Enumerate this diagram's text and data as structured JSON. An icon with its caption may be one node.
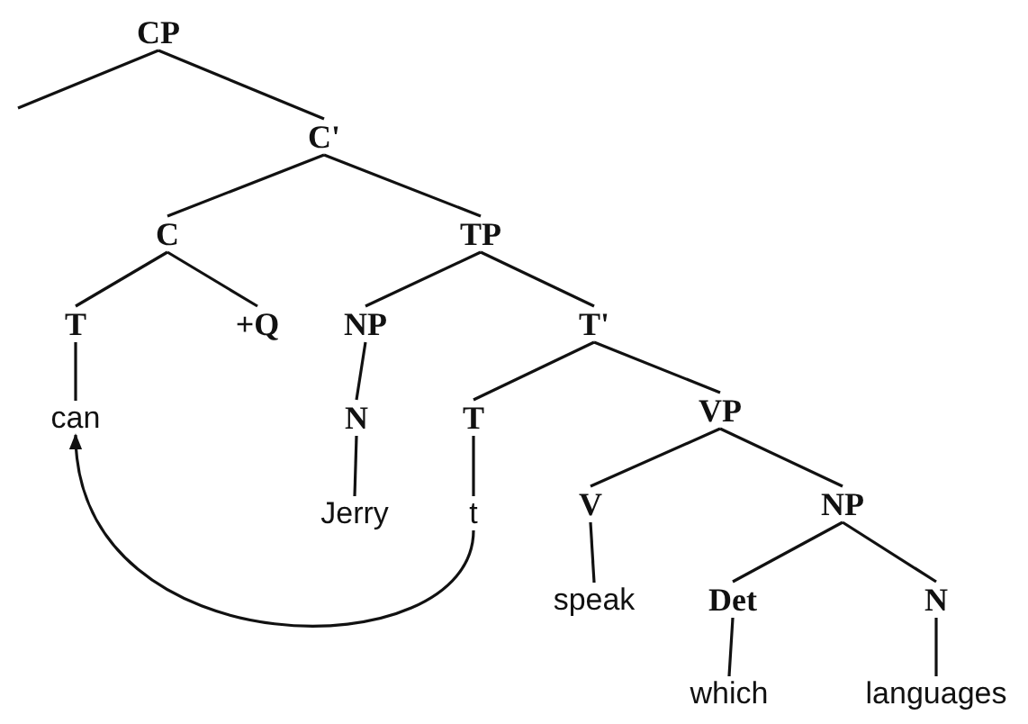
{
  "diagram": {
    "nodes": [
      {
        "text": [
          "CP"
        ]
      },
      {
        "text": [
          "C'"
        ]
      },
      {
        "text": [
          "C"
        ]
      },
      {
        "text": [
          "TP"
        ]
      },
      {
        "text": [
          "T"
        ]
      },
      {
        "text": [
          "+Q"
        ]
      },
      {
        "text": [
          "NP"
        ]
      },
      {
        "text": [
          "T'"
        ]
      },
      {
        "text": [
          "can"
        ]
      },
      {
        "text": [
          "N"
        ]
      },
      {
        "text": [
          "T"
        ]
      },
      {
        "text": [
          "VP"
        ]
      },
      {
        "text": [
          "Jerry"
        ]
      },
      {
        "text": [
          "t"
        ]
      },
      {
        "text": [
          "V"
        ]
      },
      {
        "text": [
          "NP"
        ]
      },
      {
        "text": [
          "speak"
        ]
      },
      {
        "text": [
          "Det"
        ]
      },
      {
        "text": [
          "N"
        ]
      },
      {
        "text": [
          "which"
        ]
      },
      {
        "text": [
          "languages"
        ]
      }
    ],
    "edges": [
      {
        "from": 0,
        "to": null,
        "arrow": "none"
      },
      {
        "from": 0,
        "to": 1,
        "arrow": "none"
      },
      {
        "from": 1,
        "to": 2,
        "arrow": "none"
      },
      {
        "from": 1,
        "to": 3,
        "arrow": "none"
      },
      {
        "from": 2,
        "to": 4,
        "arrow": "none"
      },
      {
        "from": 2,
        "to": 5,
        "arrow": "none"
      },
      {
        "from": 3,
        "to": 6,
        "arrow": "none"
      },
      {
        "from": 3,
        "to": 7,
        "arrow": "none"
      },
      {
        "from": 4,
        "to": 8,
        "arrow": "none"
      },
      {
        "from": 6,
        "to": 9,
        "arrow": "none"
      },
      {
        "from": 7,
        "to": 10,
        "arrow": "none"
      },
      {
        "from": 7,
        "to": 11,
        "arrow": "none"
      },
      {
        "from": 9,
        "to": 12,
        "arrow": "none"
      },
      {
        "from": 10,
        "to": 13,
        "arrow": "none"
      },
      {
        "from": 11,
        "to": 14,
        "arrow": "none"
      },
      {
        "from": 11,
        "to": 15,
        "arrow": "none"
      },
      {
        "from": 14,
        "to": 16,
        "arrow": "none"
      },
      {
        "from": 15,
        "to": 17,
        "arrow": "none"
      },
      {
        "from": 15,
        "to": 18,
        "arrow": "none"
      },
      {
        "from": 17,
        "to": 19,
        "arrow": "none"
      },
      {
        "from": 18,
        "to": 20,
        "arrow": "none"
      },
      {
        "from": 13,
        "to": 8,
        "arrow": "to"
      }
    ]
  }
}
